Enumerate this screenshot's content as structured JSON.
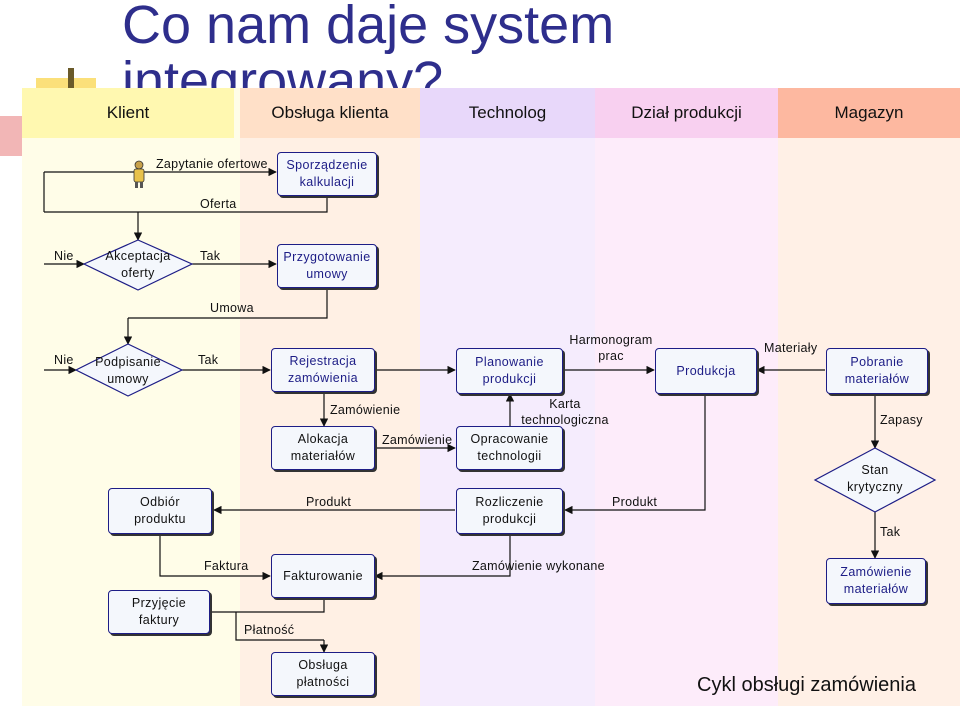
{
  "slide": {
    "title": "Co nam daje system",
    "title_line2": "integrowany?",
    "footer": "Cykl obsługi zamówienia"
  },
  "lanes": [
    {
      "name": "Klient",
      "header_color": "#fff8b0",
      "bg_color": "#fffde8"
    },
    {
      "name": "Obsługa klienta",
      "header_color": "#ffe0c8",
      "bg_color": "#fff0e4"
    },
    {
      "name": "Technolog",
      "header_color": "#e8d8fa",
      "bg_color": "#f5ecfd"
    },
    {
      "name": "Dział produkcji",
      "header_color": "#f8d0f0",
      "bg_color": "#fdecfa"
    },
    {
      "name": "Magazyn",
      "header_color": "#fdb8a0",
      "bg_color": "#fff0e6"
    }
  ],
  "nodes": {
    "sporzadzenie": "Sporządzenie\nkalkulacji",
    "akceptacja": "Akceptacja\noferty",
    "przygotowanie": "Przygotowanie\numowy",
    "podpisanie": "Podpisanie\numowy",
    "rejestracja": "Rejestracja\nzamówienia",
    "planowanie": "Planowanie\nprodukcji",
    "produkcja": "Produkcja",
    "pobranie": "Pobranie\nmateriałów",
    "alokacja": "Alokacja\nmateriałów",
    "opracowanie": "Opracowanie\ntechnologii",
    "stan": "Stan\nkrytyczny",
    "odbior": "Odbiór\nproduktu",
    "rozliczenie": "Rozliczenie\nprodukcji",
    "fakturowanie": "Fakturowanie",
    "zamowienie_mat": "Zamówienie\nmateriałów",
    "przyjecie": "Przyjęcie\nfaktury",
    "oplata": "Obsługa\npłatności"
  },
  "labels": {
    "zapytanie": "Zapytanie ofertowe",
    "oferta": "Oferta",
    "nie1": "Nie",
    "tak1": "Tak",
    "umowa": "Umowa",
    "nie2": "Nie",
    "tak2": "Tak",
    "harmonogram": "Harmonogram\nprac",
    "materialy": "Materiały",
    "zamowienie1": "Zamówienie",
    "karta": "Karta\ntechnologiczna",
    "zapasy": "Zapasy",
    "zamowienie2": "Zamówienie",
    "produkt1": "Produkt",
    "produkt2": "Produkt",
    "tak3": "Tak",
    "faktura": "Faktura",
    "zam_wykonane": "Zamówienie wykonane",
    "platnosc": "Płatność"
  },
  "icons": {
    "person": "person-icon"
  },
  "colors": {
    "title": "#2e2e8c",
    "box_border": "#1d1d86",
    "deco_yellow": "#fbe07a",
    "deco_red": "#f0a6a6"
  }
}
